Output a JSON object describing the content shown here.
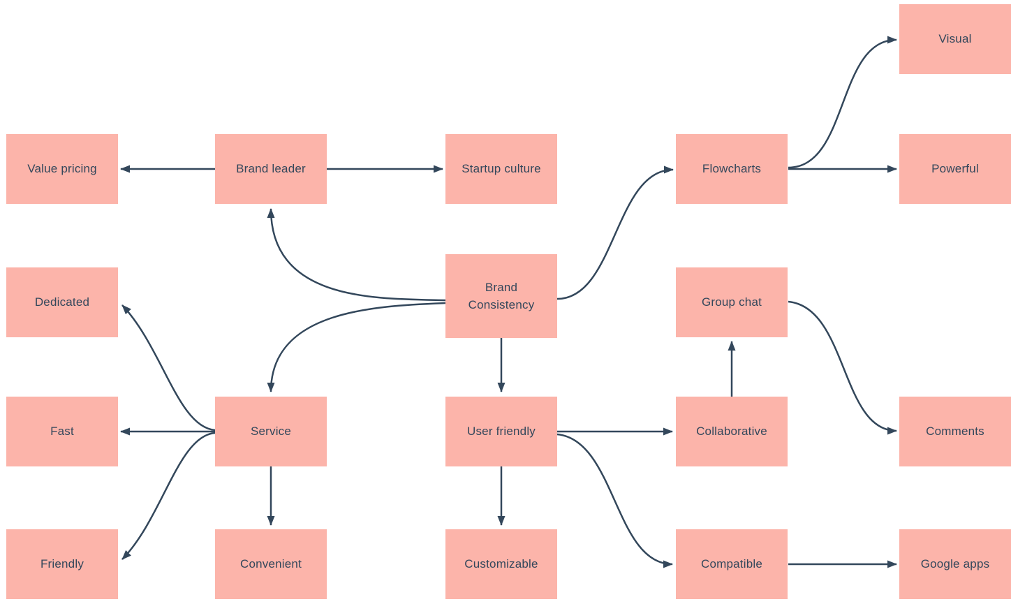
{
  "colors": {
    "node_fill": "#fcb4aa",
    "node_text": "#33475b",
    "connector": "#33475b",
    "background": "#ffffff"
  },
  "nodes": {
    "value_pricing": {
      "label": "Value pricing"
    },
    "brand_leader": {
      "label": "Brand leader"
    },
    "startup_culture": {
      "label": "Startup culture"
    },
    "flowcharts": {
      "label": "Flowcharts"
    },
    "visual": {
      "label": "Visual"
    },
    "powerful": {
      "label": "Powerful"
    },
    "dedicated": {
      "label": "Dedicated"
    },
    "brand_consistency": {
      "label": "Brand Consistency"
    },
    "group_chat": {
      "label": "Group chat"
    },
    "fast": {
      "label": "Fast"
    },
    "service": {
      "label": "Service"
    },
    "user_friendly": {
      "label": "User friendly"
    },
    "collaborative": {
      "label": "Collaborative"
    },
    "comments": {
      "label": "Comments"
    },
    "friendly": {
      "label": "Friendly"
    },
    "convenient": {
      "label": "Convenient"
    },
    "customizable": {
      "label": "Customizable"
    },
    "compatible": {
      "label": "Compatible"
    },
    "google_apps": {
      "label": "Google apps"
    }
  },
  "edges": [
    {
      "from": "brand_leader",
      "to": "value_pricing"
    },
    {
      "from": "brand_leader",
      "to": "startup_culture"
    },
    {
      "from": "brand_consistency",
      "to": "brand_leader"
    },
    {
      "from": "brand_consistency",
      "to": "flowcharts"
    },
    {
      "from": "brand_consistency",
      "to": "service"
    },
    {
      "from": "brand_consistency",
      "to": "user_friendly"
    },
    {
      "from": "flowcharts",
      "to": "visual"
    },
    {
      "from": "flowcharts",
      "to": "powerful"
    },
    {
      "from": "service",
      "to": "dedicated"
    },
    {
      "from": "service",
      "to": "fast"
    },
    {
      "from": "service",
      "to": "friendly"
    },
    {
      "from": "service",
      "to": "convenient"
    },
    {
      "from": "user_friendly",
      "to": "collaborative"
    },
    {
      "from": "user_friendly",
      "to": "customizable"
    },
    {
      "from": "user_friendly",
      "to": "compatible"
    },
    {
      "from": "collaborative",
      "to": "group_chat"
    },
    {
      "from": "group_chat",
      "to": "comments"
    },
    {
      "from": "compatible",
      "to": "google_apps"
    }
  ]
}
